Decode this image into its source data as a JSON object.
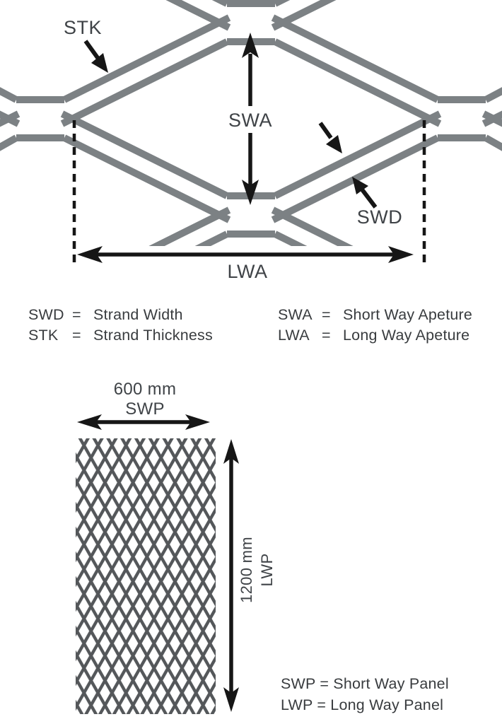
{
  "colors": {
    "strand_gray": "#7c8184",
    "panel_gray": "#54575a",
    "ink": "#161616",
    "label_gray": "#3f4347"
  },
  "aperture_diagram": {
    "labels": {
      "stk": "STK",
      "swa": "SWA",
      "swd": "SWD",
      "lwa": "LWA"
    }
  },
  "legend_top": {
    "items": [
      {
        "abbr": "SWD",
        "sign": "=",
        "name": "Strand Width"
      },
      {
        "abbr": "STK",
        "sign": "=",
        "name": "Strand Thickness"
      },
      {
        "abbr": "SWA",
        "sign": "=",
        "name": "Short Way Apeture"
      },
      {
        "abbr": "LWA",
        "sign": "=",
        "name": "Long Way Apeture"
      }
    ]
  },
  "panel_diagram": {
    "width_value": "600 mm",
    "width_label": "SWP",
    "height_value": "1200 mm",
    "height_label": "LWP"
  },
  "legend_bottom": {
    "items": [
      {
        "line": "SWP = Short Way Panel"
      },
      {
        "line": "LWP = Long Way Panel"
      }
    ]
  }
}
